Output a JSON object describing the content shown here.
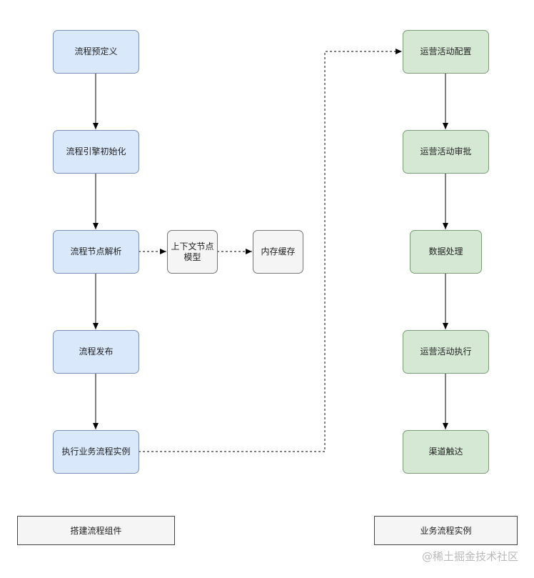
{
  "left_flow": {
    "step1": "流程预定义",
    "step2": "流程引擎初始化",
    "step3": "流程节点解析",
    "step4": "流程发布",
    "step5": "执行业务流程实例"
  },
  "middle_flow": {
    "context_model": "上下文节点模型",
    "memory_cache": "内存缓存"
  },
  "right_flow": {
    "step1": "运营活动配置",
    "step2": "运营活动审批",
    "step3": "数据处理",
    "step4": "运营活动执行",
    "step5": "渠道触达"
  },
  "captions": {
    "left": "搭建流程组件",
    "right": "业务流程实例"
  },
  "watermark": "@稀土掘金技术社区",
  "colors": {
    "blue_fill": "#dae8fc",
    "green_fill": "#d5e8d4",
    "gray_fill": "#f5f5f5"
  }
}
